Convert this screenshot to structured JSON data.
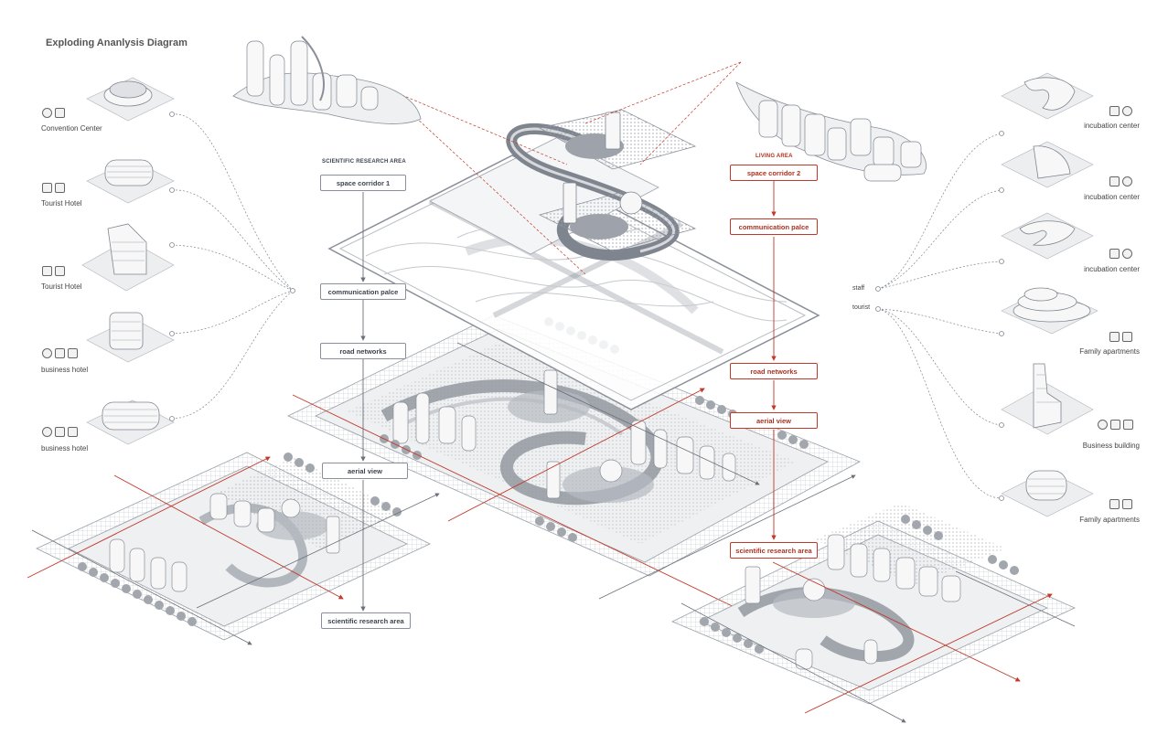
{
  "title": "Exploding Ananlysis Diagram",
  "left_buildings": [
    {
      "label": "Convention Center",
      "icons": [
        "lightbulb-icon",
        "factory-icon"
      ]
    },
    {
      "label": "Tourist Hotel",
      "icons": [
        "cart-icon",
        "suitcase-icon"
      ]
    },
    {
      "label": "Tourist Hotel",
      "icons": [
        "cart-icon",
        "suitcase-icon"
      ]
    },
    {
      "label": "business hotel",
      "icons": [
        "person-icon",
        "money-icon",
        "suitcase-icon"
      ]
    },
    {
      "label": "business hotel",
      "icons": [
        "person-icon",
        "money-icon",
        "suitcase-icon"
      ]
    }
  ],
  "right_buildings": [
    {
      "label": "incubation center",
      "icons": [
        "badge-icon",
        "lightbulb-icon"
      ]
    },
    {
      "label": "incubation center",
      "icons": [
        "badge-icon",
        "lightbulb-icon"
      ]
    },
    {
      "label": "incubation center",
      "icons": [
        "badge-icon",
        "lightbulb-icon"
      ]
    },
    {
      "label": "Family apartments",
      "icons": [
        "document-icon",
        "calendar-icon"
      ]
    },
    {
      "label": "Business building",
      "icons": [
        "lightbulb-icon",
        "phone-icon",
        "document-icon"
      ]
    },
    {
      "label": "Family apartments",
      "icons": [
        "document-icon",
        "calendar-icon"
      ]
    }
  ],
  "users": {
    "staff": "staff",
    "tourist": "tourist"
  },
  "scientific_flow": {
    "heading": "SCIENTIFIC RESEARCH AREA",
    "steps": [
      "space corridor 1",
      "communication palce",
      "road networks",
      "aerial view",
      "scientific research area"
    ]
  },
  "living_flow": {
    "heading": "LIVING AREA",
    "steps": [
      "space corridor 2",
      "communication palce",
      "road networks",
      "aerial view",
      "scientific research area"
    ]
  },
  "colors": {
    "accent_red": "#c0392b",
    "line_gray": "#8a8f99",
    "plate_gray": "#d4d6da"
  }
}
